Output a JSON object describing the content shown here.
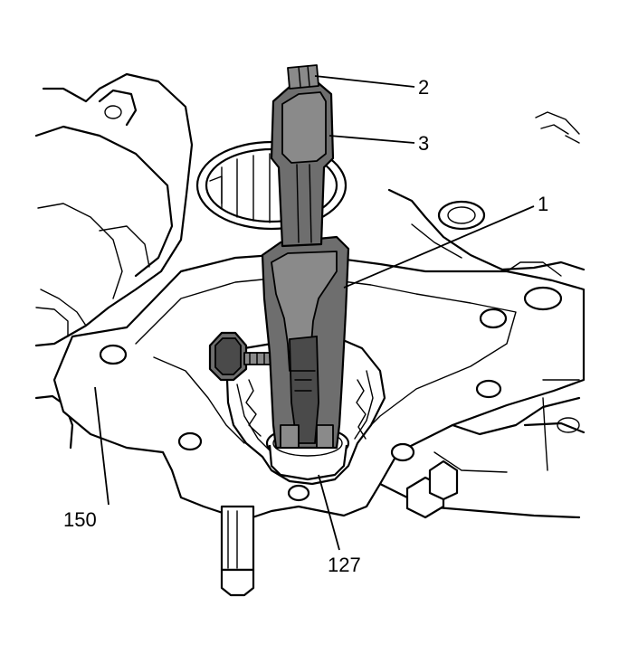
{
  "callouts": {
    "c1": "1",
    "c2": "2",
    "c3": "3",
    "c150": "150",
    "c127": "127"
  }
}
